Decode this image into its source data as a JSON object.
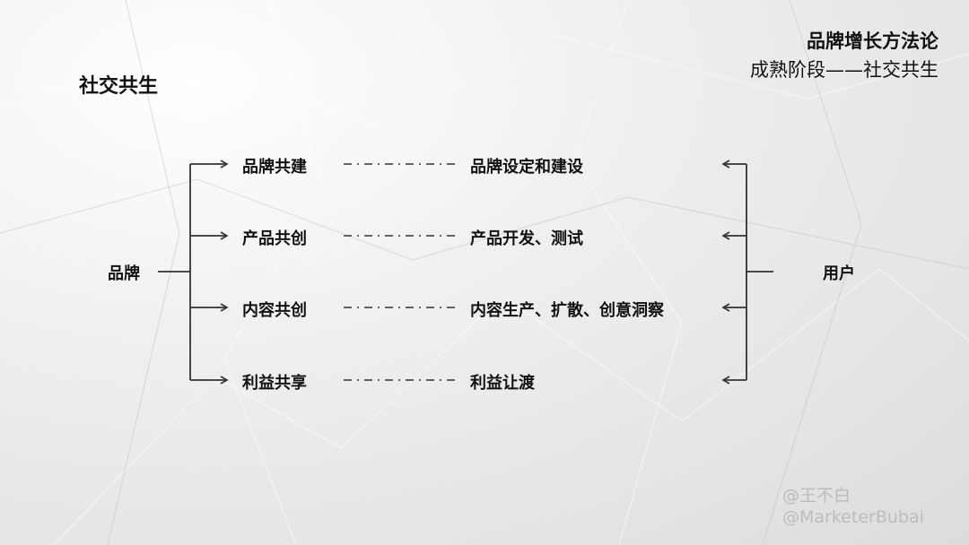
{
  "header": {
    "title": "品牌增长方法论",
    "subtitle": "成熟阶段——社交共生"
  },
  "section_title": "社交共生",
  "left_node": "品牌",
  "right_node": "用户",
  "rows": [
    {
      "left": "品牌共建",
      "right": "品牌设定和建设"
    },
    {
      "left": "产品共创",
      "right": "产品开发、测试"
    },
    {
      "left": "内容共创",
      "right": "内容生产、扩散、创意洞察"
    },
    {
      "left": "利益共享",
      "right": "利益让渡"
    }
  ],
  "watermark": {
    "line1": "@王不白",
    "line2": "@MarketerBubai"
  },
  "colors": {
    "line": "#333333",
    "text": "#111111",
    "watermark": "#bcbcbc"
  }
}
